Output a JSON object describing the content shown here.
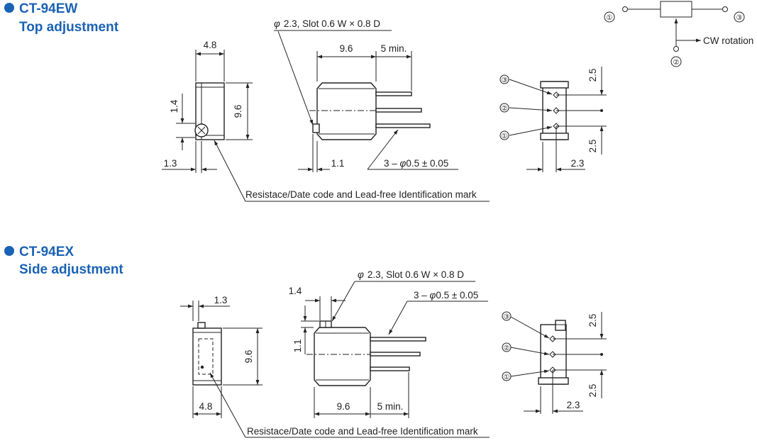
{
  "sections": [
    {
      "model": "CT-94EW",
      "subtitle": "Top adjustment",
      "dims": {
        "front_width": "4.8",
        "front_height": "9.6",
        "slot_height": "1.4",
        "front_offset": "1.3",
        "slot_note": "2.3, Slot 0.6 W × 0.8 D",
        "body_width": "9.6",
        "lead_length": "5 min.",
        "side_offset": "1.1",
        "lead_dia": "3 – ",
        "lead_dia_value": "0.5 ± 0.05",
        "pitch_top": "2.5",
        "pitch_bottom": "2.5",
        "pin_offset": "2.3"
      },
      "note": "Resistace/Date code and Lead-free Identification mark",
      "pins": [
        "③",
        "②",
        "①"
      ]
    },
    {
      "model": "CT-94EX",
      "subtitle": "Side adjustment",
      "dims": {
        "front_offset": "1.3",
        "front_height": "9.6",
        "front_width": "4.8",
        "slot_offset": "1.4",
        "slot_height": "1.1",
        "slot_note": "2.3, Slot 0.6 W × 0.8 D",
        "lead_dia": "3 – ",
        "lead_dia_value": "0.5 ± 0.05",
        "body_width": "9.6",
        "lead_length": "5 min.",
        "pitch_top": "2.5",
        "pitch_bottom": "2.5",
        "pin_offset": "2.3"
      },
      "note": "Resistace/Date code and Lead-free Identification mark",
      "pins": [
        "③",
        "②",
        "①"
      ]
    }
  ],
  "schematic": {
    "pin1": "①",
    "pin2": "②",
    "pin3": "③",
    "rotation_label": "CW rotation"
  },
  "symbols": {
    "phi": "φ"
  },
  "colors": {
    "heading": "#1a62b4",
    "line": "#222222"
  },
  "icons": {
    "bullet": "filled-circle-bullet",
    "arrowhead": "arrowhead-icon"
  }
}
